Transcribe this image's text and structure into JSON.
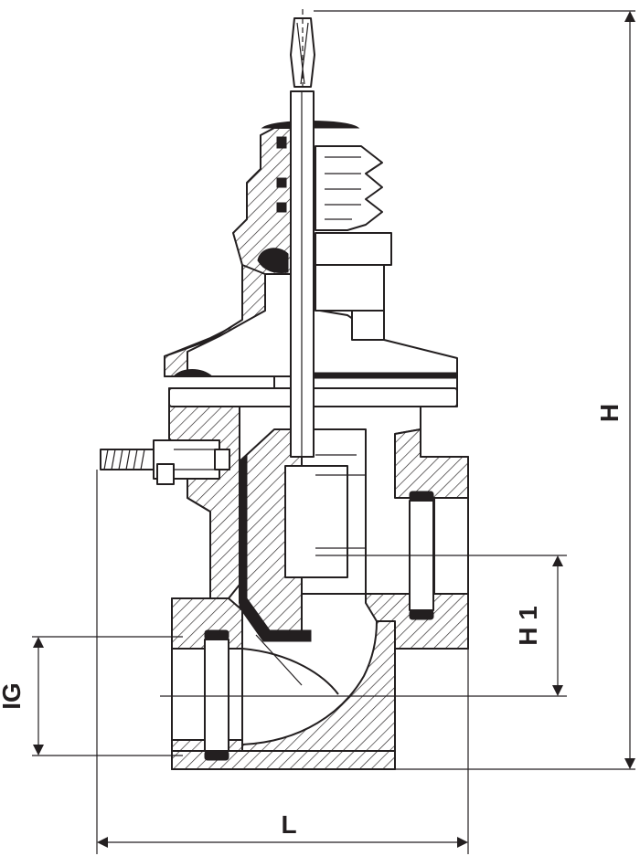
{
  "dimensions": {
    "height": "H",
    "height_1": "H 1",
    "length": "L",
    "inner_thread": "IG"
  },
  "colors": {
    "line": "#231f20",
    "background": "#ffffff"
  }
}
